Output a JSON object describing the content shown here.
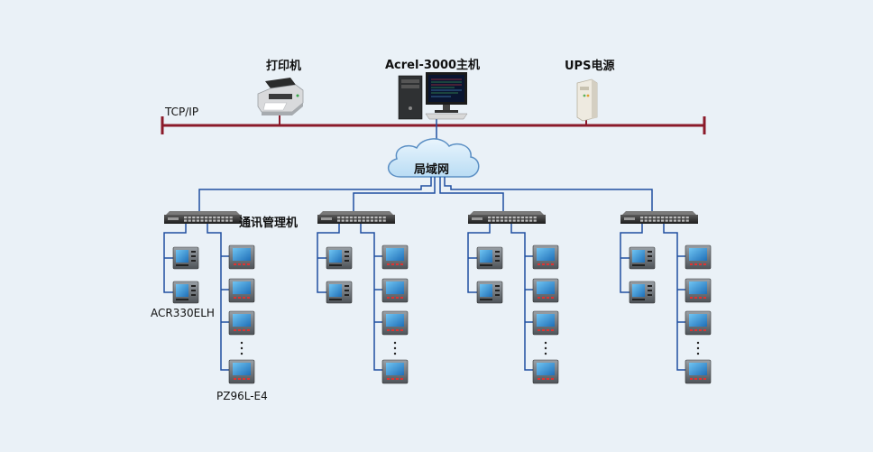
{
  "labels": {
    "tcpip": "TCP/IP",
    "printer": "打印机",
    "host": "Acrel-3000主机",
    "ups": "UPS电源",
    "lan": "局域网",
    "gateway": "通讯管理机",
    "acr_device": "ACR330ELH",
    "pz_device": "PZ96L-E4",
    "ellipsis": "⋮"
  },
  "colors": {
    "bus": "#8b1a2a",
    "link": "#1f4fa0",
    "cloud_fill": "#cfe6f7",
    "cloud_stroke": "#5b8fc4",
    "background": "#eaf1f7"
  },
  "icons": [
    "printer-icon",
    "host-computer-icon",
    "ups-icon",
    "cloud-icon",
    "switch-icon",
    "meter-icon"
  ]
}
